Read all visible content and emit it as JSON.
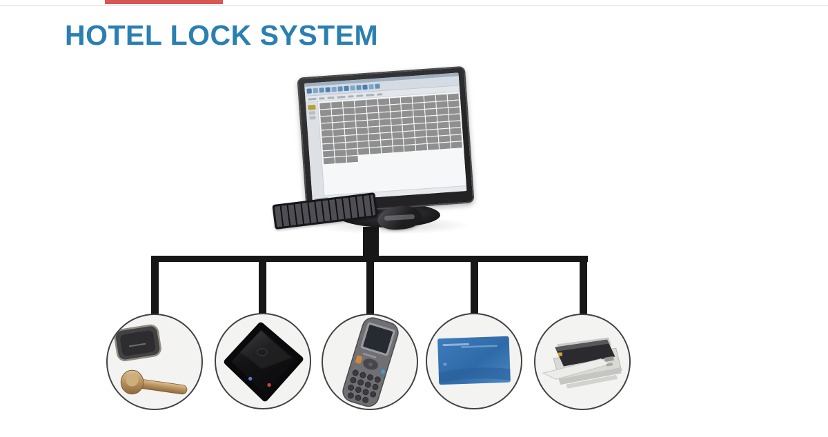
{
  "page": {
    "title": "HOTEL LOCK SYSTEM"
  },
  "colors": {
    "page_bg": "#ffffff",
    "accent_red": "#d95752",
    "title_blue": "#2a7fb2",
    "line_black": "#171717",
    "tile_gray": "#8f8f8f"
  },
  "computer": {
    "monitor": {
      "screen": {
        "toolbar_icon_count": 12,
        "menu_item_count": 8,
        "sidebar_item_count": 3,
        "room_grid": {
          "columns": 12,
          "full_rows": 8,
          "extra_tiles": 3
        }
      }
    }
  },
  "devices": [
    {
      "name": "door-lock"
    },
    {
      "name": "card-encoder"
    },
    {
      "name": "handheld-programmer"
    },
    {
      "name": "key-card"
    },
    {
      "name": "printer"
    }
  ]
}
